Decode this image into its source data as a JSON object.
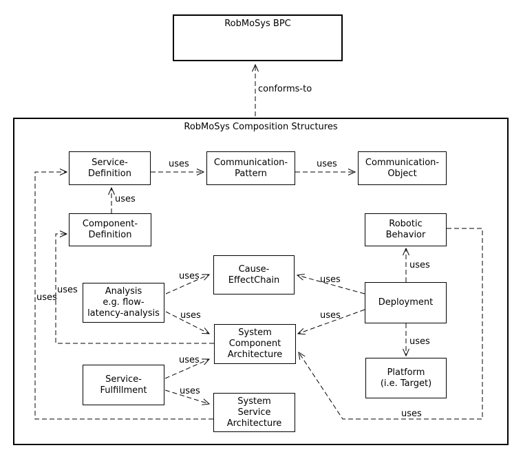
{
  "diagram": {
    "bpc": {
      "label": "RobMoSys BPC"
    },
    "container": {
      "title": "RobMoSys Composition Structures"
    },
    "nodes": {
      "service_definition": {
        "label": "Service-\nDefinition"
      },
      "communication_pattern": {
        "label": "Communication-\nPattern"
      },
      "communication_object": {
        "label": "Communication-\nObject"
      },
      "component_definition": {
        "label": "Component-\nDefinition"
      },
      "robotic_behavior": {
        "label": "Robotic\nBehavior"
      },
      "cause_effect_chain": {
        "label": "Cause-\nEffectChain"
      },
      "analysis": {
        "label": "Analysis\ne.g. flow-\nlatency-analysis"
      },
      "deployment": {
        "label": "Deployment"
      },
      "system_component_architecture": {
        "label": "System\nComponent\nArchitecture"
      },
      "platform": {
        "label": "Platform\n(i.e. Target)"
      },
      "service_fulfillment": {
        "label": "Service-\nFulfillment"
      },
      "system_service_architecture": {
        "label": "System\nService\nArchitecture"
      }
    },
    "edges": [
      {
        "from": "robmosys-composition-structures",
        "to": "robmosys-bpc",
        "label": "conforms-to"
      },
      {
        "from": "service-definition",
        "to": "communication-pattern",
        "label": "uses"
      },
      {
        "from": "communication-pattern",
        "to": "communication-object",
        "label": "uses"
      },
      {
        "from": "component-definition",
        "to": "service-definition",
        "label": "uses"
      },
      {
        "from": "system-component-architecture",
        "to": "component-definition",
        "label": "uses"
      },
      {
        "from": "system-service-architecture",
        "to": "service-definition",
        "label": "uses"
      },
      {
        "from": "analysis",
        "to": "cause-effectchain",
        "label": "uses"
      },
      {
        "from": "analysis",
        "to": "system-component-architecture",
        "label": "uses"
      },
      {
        "from": "service-fulfillment",
        "to": "system-component-architecture",
        "label": "uses"
      },
      {
        "from": "service-fulfillment",
        "to": "system-service-architecture",
        "label": "uses"
      },
      {
        "from": "deployment",
        "to": "cause-effectchain",
        "label": "uses"
      },
      {
        "from": "deployment",
        "to": "system-component-architecture",
        "label": "uses"
      },
      {
        "from": "deployment",
        "to": "robotic-behavior",
        "label": "uses"
      },
      {
        "from": "deployment",
        "to": "platform",
        "label": "uses"
      },
      {
        "from": "robotic-behavior",
        "to": "system-component-architecture",
        "label": "uses"
      }
    ],
    "colors": {
      "stroke": "#000000",
      "background": "#ffffff"
    }
  }
}
